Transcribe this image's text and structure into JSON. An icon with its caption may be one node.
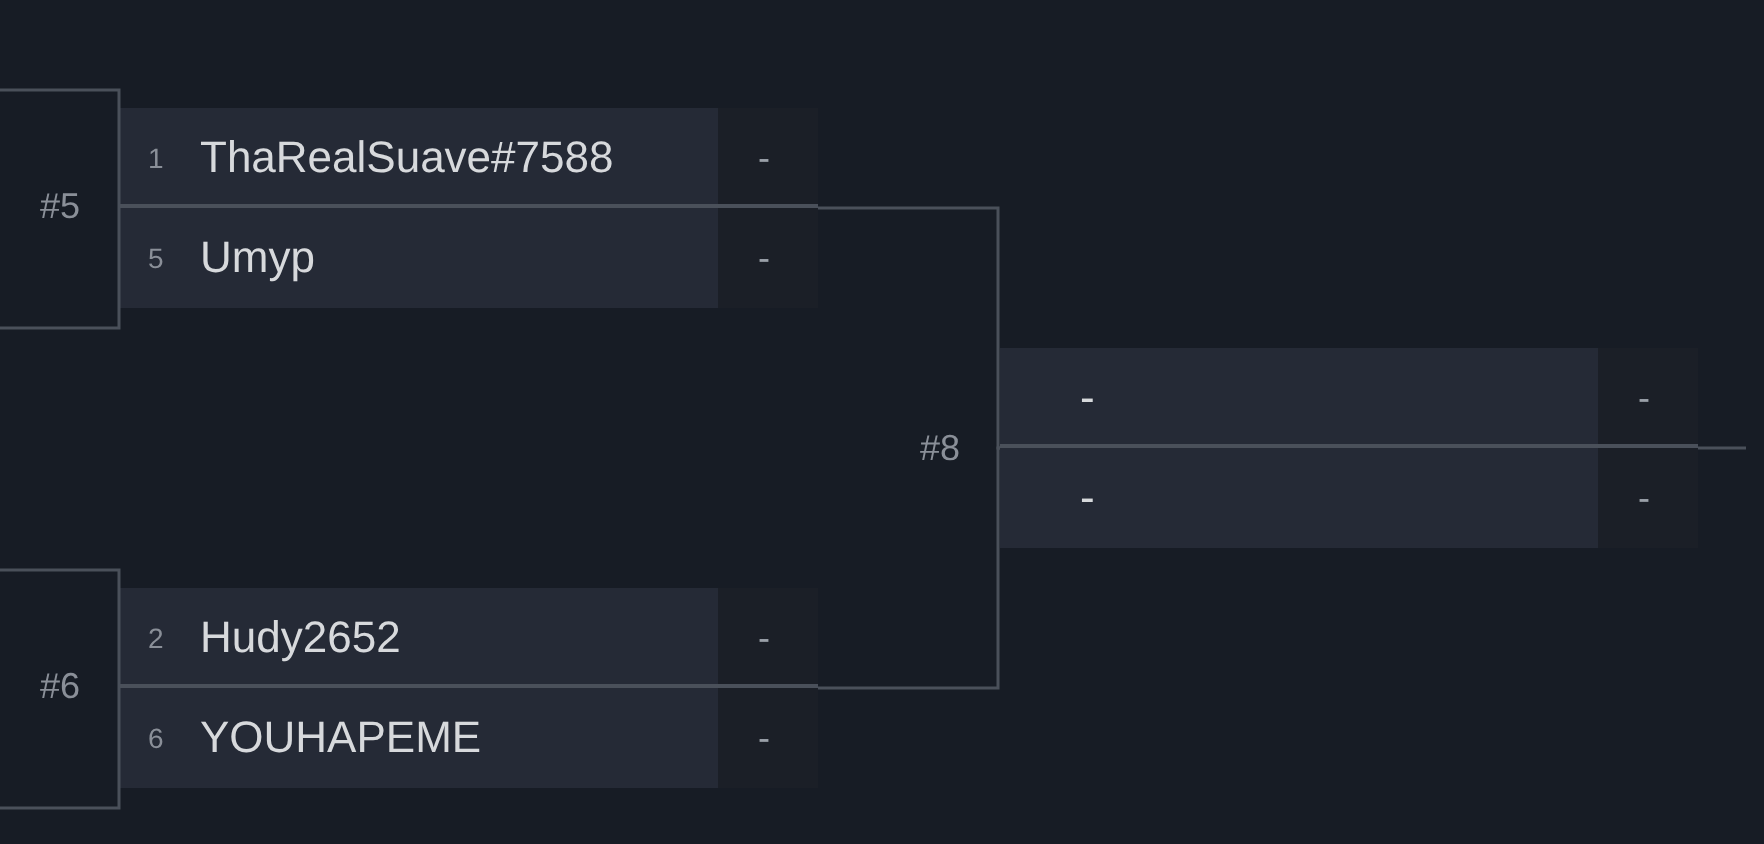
{
  "diagram": {
    "nodes": [
      {
        "text": [],
        "shape": "box",
        "beside": [
          "#5"
        ]
      },
      {
        "text": [
          "1",
          "ThaRealSuave#7588",
          "-"
        ],
        "in": 0
      },
      {
        "text": [
          "5",
          "Umyp",
          "-"
        ],
        "in": 0
      },
      {
        "text": [],
        "shape": "box",
        "beside": [
          "#6"
        ]
      },
      {
        "text": [
          "2",
          "Hudy2652",
          "-"
        ],
        "in": 3
      },
      {
        "text": [
          "6",
          "YOUHAPEME",
          "-"
        ],
        "in": 3
      },
      {
        "text": [],
        "shape": "box",
        "beside": [
          "#8"
        ]
      },
      {
        "text": [
          "-",
          "-"
        ],
        "in": 6
      },
      {
        "text": [
          "-",
          "-"
        ],
        "in": 6
      }
    ],
    "edges": [
      {
        "from": null,
        "to": 0,
        "arrow": "none"
      },
      {
        "from": null,
        "to": 0,
        "arrow": "none"
      },
      {
        "from": null,
        "to": 3,
        "arrow": "none"
      },
      {
        "from": null,
        "to": 3,
        "arrow": "none"
      },
      {
        "from": 0,
        "to": 6,
        "arrow": "none"
      },
      {
        "from": 3,
        "to": 6,
        "arrow": "none"
      },
      {
        "from": 6,
        "to": null,
        "arrow": "none"
      }
    ]
  }
}
